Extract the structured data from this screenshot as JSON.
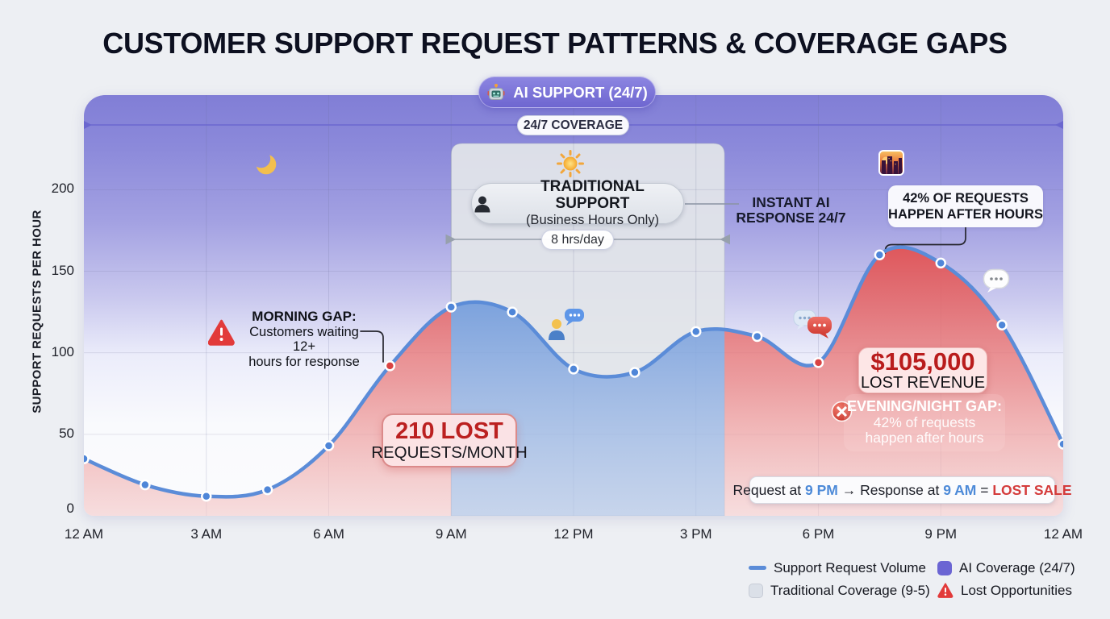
{
  "page": {
    "title": "CUSTOMER SUPPORT REQUEST PATTERNS & COVERAGE GAPS"
  },
  "header_badge": {
    "label": "AI SUPPORT (24/7)",
    "icon": "robot-icon"
  },
  "coverage_banner": {
    "label": "24/7 COVERAGE"
  },
  "traditional_badge": {
    "title": "TRADITIONAL SUPPORT",
    "subtitle": "(Business Hours Only)",
    "duration_label": "8 hrs/day",
    "icon": "person-icon"
  },
  "instant_ai_label": {
    "line1": "INSTANT AI",
    "line2": "RESPONSE 24/7"
  },
  "after_hours_callout": {
    "line1": "42% OF REQUESTS",
    "line2": "HAPPEN AFTER HOURS"
  },
  "morning_gap": {
    "icon": "warning-icon",
    "title": "MORNING GAP:",
    "line1": "Customers waiting 12+",
    "line2": "hours for response"
  },
  "lost_requests_card": {
    "value": "210 LOST",
    "label": "REQUESTS/MONTH"
  },
  "lost_revenue_card": {
    "value": "$105,000",
    "label": "LOST REVENUE"
  },
  "evening_gap": {
    "icon": "x-circle-icon",
    "title": "EVENING/NIGHT GAP:",
    "line1": "42% of requests",
    "line2": "happen after hours"
  },
  "response_example": {
    "prefix": "Request at ",
    "request_time": "9 PM",
    "middle": " → Response at ",
    "response_time": "9 AM",
    "equals": " = ",
    "result": "LOST SALE"
  },
  "legend": {
    "items": [
      {
        "label": "Support Request Volume",
        "swatch": "line"
      },
      {
        "label": "AI Coverage (24/7)",
        "swatch": "purple-square"
      },
      {
        "label": "Traditional Coverage (9-5)",
        "swatch": "gray-square"
      },
      {
        "label": "Lost Opportunities",
        "swatch": "red-triangle"
      }
    ]
  },
  "scene_icons": {
    "night": "moon-icon",
    "day": "sun-icon",
    "evening": "city-sunset-icon",
    "midday_chat": "person-chat-icon",
    "evening_chat": "chat-bubbles-icon",
    "late_chat": "speech-bubble-icon"
  },
  "colors": {
    "accent_purple": "#7b74d6",
    "line_blue": "#5b8cd8",
    "lost_red": "#e04545",
    "coverage_blue_fill": "#7fa6df",
    "traditional_gray": "#e3e6ea",
    "revenue_red_text": "#b91c1c",
    "time_blue_text": "#4d8ad8"
  },
  "chart_data": {
    "type": "area",
    "title": "CUSTOMER SUPPORT REQUEST PATTERNS & COVERAGE GAPS",
    "xlabel": "",
    "ylabel": "SUPPORT REQUESTS PER HOUR",
    "series": [
      {
        "name": "Support Request Volume",
        "color": "#5b8cd8"
      }
    ],
    "x_hours": [
      0,
      1.5,
      3,
      4.5,
      6,
      7.5,
      9,
      10.5,
      12,
      13.5,
      15,
      16.5,
      18,
      19.5,
      21,
      22.5,
      24
    ],
    "values": [
      35,
      19,
      12,
      16,
      43,
      92,
      128,
      125,
      90,
      88,
      113,
      110,
      94,
      160,
      155,
      117,
      44
    ],
    "lost_opportunity_hours": [
      7.5,
      18
    ],
    "x_tick_hours": [
      0,
      3,
      6,
      9,
      12,
      15,
      18,
      21,
      24
    ],
    "x_tick_labels": [
      "12 AM",
      "3 AM",
      "6 AM",
      "9 AM",
      "12 PM",
      "3 PM",
      "6 PM",
      "9 PM",
      "12 AM"
    ],
    "y_ticks": [
      0,
      50,
      100,
      150,
      200
    ],
    "ylim": [
      0,
      258
    ],
    "xlim": [
      0,
      24
    ],
    "grid": true,
    "legend_position": "bottom-right",
    "zones": {
      "ai_coverage_hours": [
        0,
        24
      ],
      "traditional_zone_hours": [
        9,
        15.7
      ],
      "traditional_label_hours": "9-5"
    }
  }
}
